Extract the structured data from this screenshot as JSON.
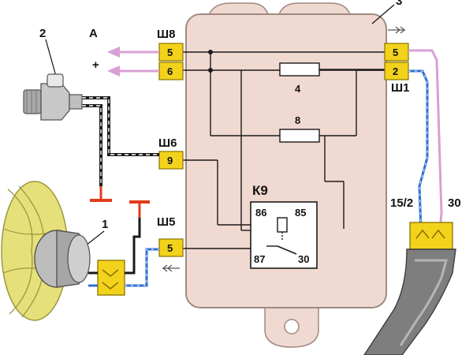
{
  "labels": {
    "num_1": "1",
    "num_2": "2",
    "num_3": "3",
    "num_4": "4",
    "num_8": "8",
    "letter_a": "A",
    "plus": "+",
    "sh8": "Ш8",
    "sh6": "Ш6",
    "sh5": "Ш5",
    "sh1": "Ш1",
    "k9": "К9",
    "r86": "86",
    "r85": "85",
    "r87": "87",
    "r30": "30",
    "c152": "15/2",
    "c30": "30"
  },
  "pins": {
    "sh8_top": "5",
    "sh8_bottom": "6",
    "sh6": "9",
    "sh5": "5",
    "sh1_top": "5",
    "sh1_bottom": "2"
  },
  "colors": {
    "housing": "#f0d9d0",
    "housing_edge": "#9e8a82",
    "connector": "#f2d21b",
    "wire_black": "#1a1a1a",
    "wire_blue": "#2f6fd1",
    "wire_pink": "#d8a0d6",
    "wire_red": "#e23b1b",
    "fan_blade": "#e6e07a"
  }
}
